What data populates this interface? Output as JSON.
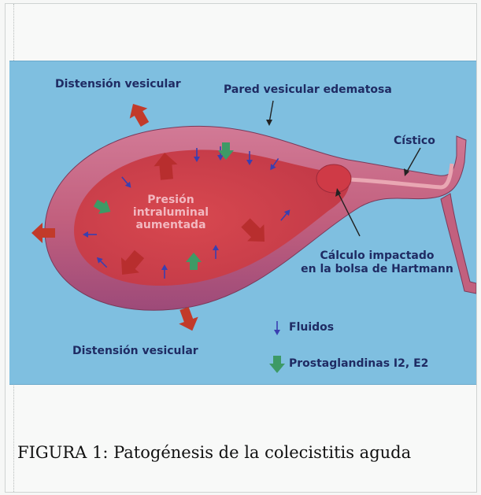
{
  "labels": {
    "distension_top": "Distensión vesicular",
    "pared": "Pared vesicular edematosa",
    "cistico": "Cístico",
    "presion_lines": [
      "Presión",
      "intraluminal",
      "aumentada"
    ],
    "calculo_lines": [
      "Cálculo impactado",
      "en la bolsa de Hartmann"
    ],
    "distension_bottom": "Distensión vesicular"
  },
  "legend": {
    "fluidos": "Fluidos",
    "prostaglandinas": "Prostaglandinas I2, E2"
  },
  "caption": "FIGURA 1: Patogénesis de la colecistitis aguda",
  "colors": {
    "panel_bg": "#7fbfe0",
    "wall": "#c2607e",
    "lumen": "#d0414a",
    "big_arrow": "#c23a2a",
    "fluid_arrow": "#3a3fb0",
    "prostaglandin_arrow": "#3d9a66",
    "text": "#1f2b63"
  }
}
